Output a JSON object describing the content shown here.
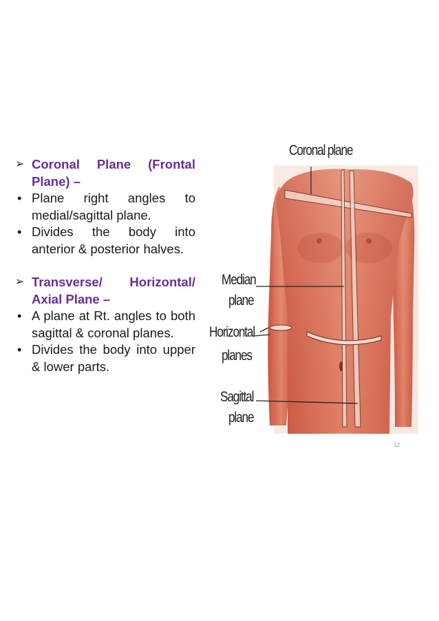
{
  "section1": {
    "heading": "Coronal Plane (Frontal Plane) –",
    "bullets": [
      "Plane right angles to medial/sagittal plane.",
      "Divides the body into anterior & posterior halves."
    ]
  },
  "section2": {
    "heading": "Transverse/ Horizontal/ Axial Plane –",
    "bullets": [
      "A plane at Rt. angles to both sagittal & coronal planes.",
      "Divides the body into upper & lower parts."
    ]
  },
  "figure": {
    "labels": {
      "coronal": "Coronal plane",
      "median": "Median",
      "median2": "plane",
      "horizontal": "Horizontal",
      "horizontal2": "planes",
      "sagittal": "Sagittal",
      "sagittal2": "plane"
    }
  },
  "page_number": "12",
  "colors": {
    "heading": "#6a2d9c",
    "skin": "#d9705a"
  }
}
